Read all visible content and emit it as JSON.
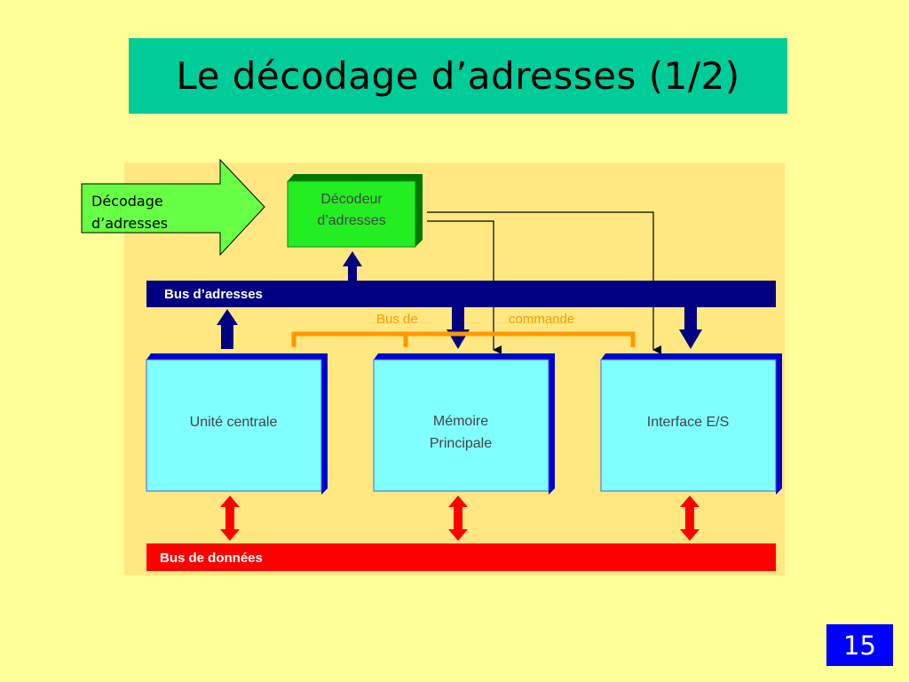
{
  "slide": {
    "title": "Le décodage d’adresses (1/2)",
    "page_number": "15"
  },
  "diagram": {
    "callout": {
      "line1": "Décodage",
      "line2": "d’adresses"
    },
    "decoder": {
      "line1": "Décodeur",
      "line2": "d’adresses"
    },
    "address_bus": "Bus d’adresses",
    "control_bus": {
      "part1": "Bus de",
      "part2": "commande"
    },
    "blocks": {
      "cpu": "Unité centrale",
      "memory_line1": "Mémoire",
      "memory_line2": "Principale",
      "io": "Interface E/S"
    },
    "data_bus": "Bus de données"
  },
  "colors": {
    "background": "#ffff99",
    "title_bg": "#00cc99",
    "panel_bg": "#ffe882",
    "decoder": "#22ee22",
    "callout_arrow": "#66ff44",
    "address_bus": "#000080",
    "control_bus": "#ff9900",
    "data_bus": "#ff0000",
    "block_fill": "#80ffff",
    "block_shadow": "#0000cc",
    "page_number_bg": "#0000ff"
  }
}
